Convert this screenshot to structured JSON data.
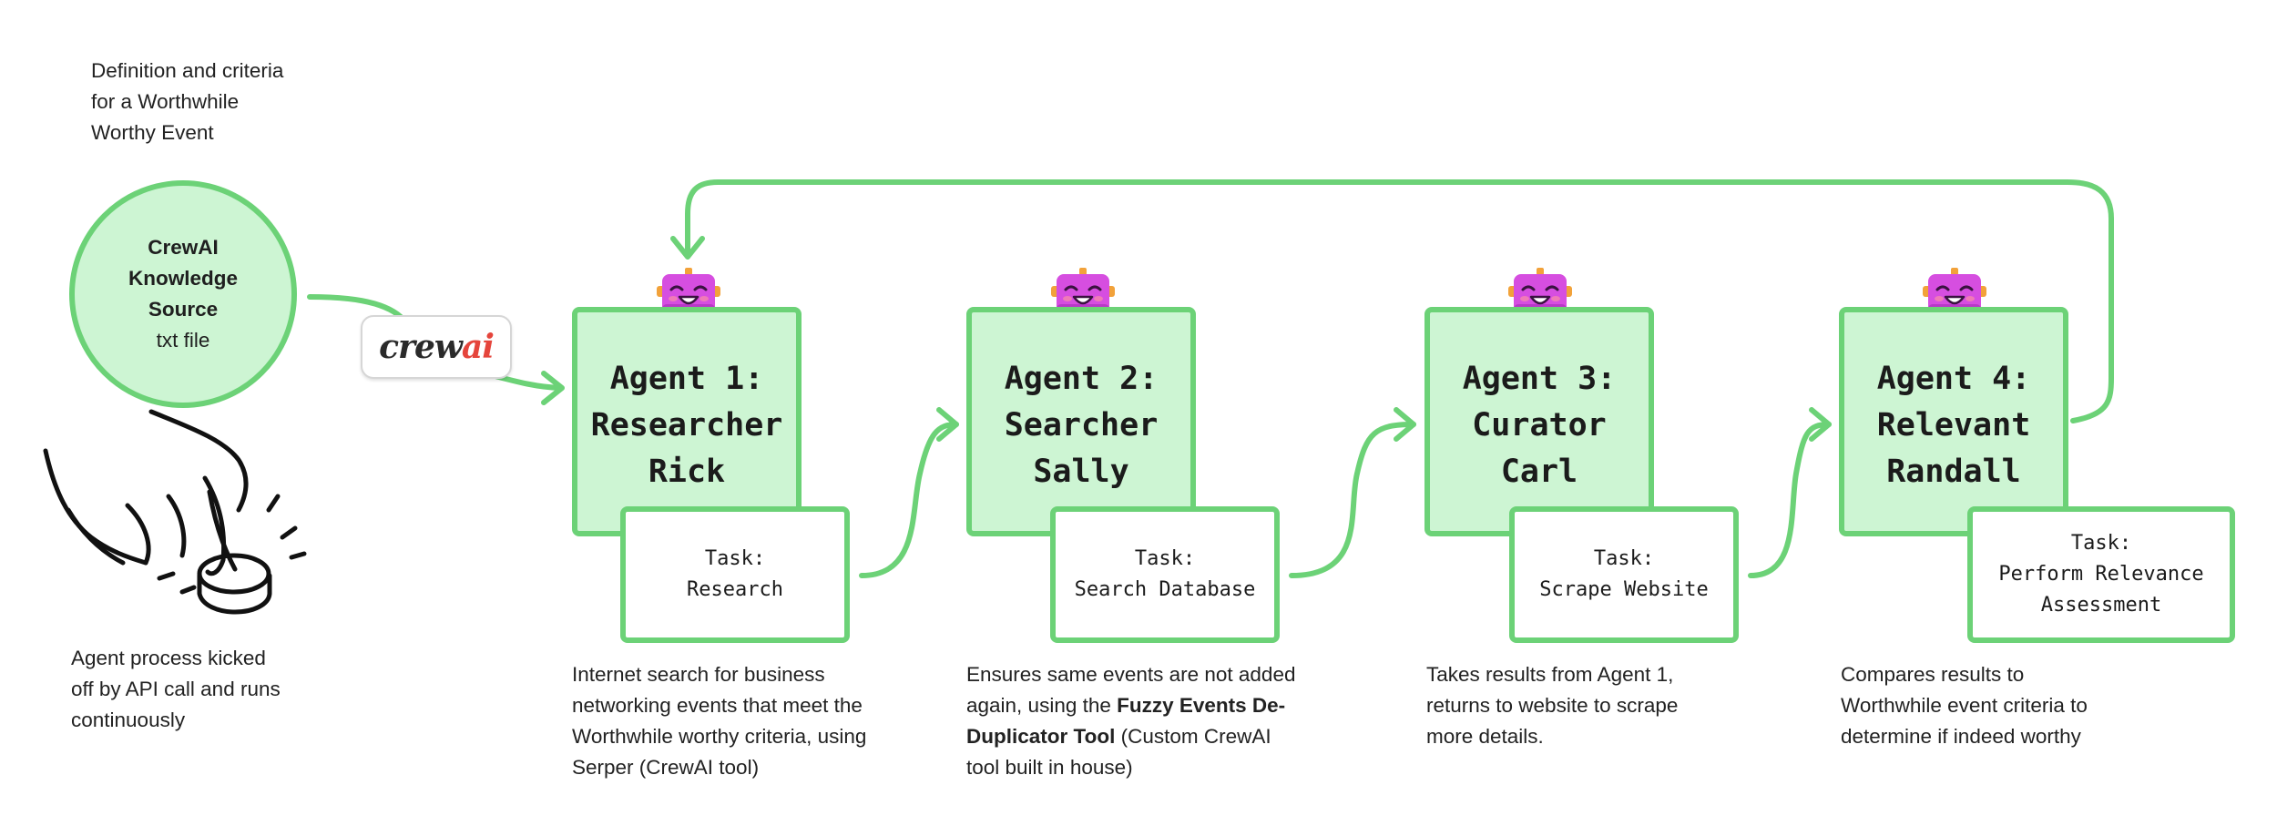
{
  "colors": {
    "accent_stroke": "#6cd277",
    "accent_fill": "#cdf5d3",
    "robot": "#d64ee0"
  },
  "definition_note": [
    "Definition and criteria",
    "for a Worthwhile",
    "Worthy Event"
  ],
  "knowledge_source": {
    "title": [
      "CrewAI",
      "Knowledge",
      "Source"
    ],
    "subtitle": "txt file"
  },
  "logo": {
    "part1": "crew",
    "part2": "ai"
  },
  "kickoff_note": [
    "Agent process kicked",
    "off by API call and runs",
    "continuously"
  ],
  "agents": [
    {
      "title": [
        "Agent 1:",
        "Researcher",
        "Rick"
      ],
      "task": [
        "Task:",
        "Research"
      ],
      "desc": [
        "Internet search for business",
        "networking events that meet the",
        "Worthwhile worthy criteria, using",
        "Serper (CrewAI tool)"
      ]
    },
    {
      "title": [
        "Agent 2:",
        "Searcher",
        "Sally"
      ],
      "task": [
        "Task:",
        "Search Database"
      ],
      "desc_parts": {
        "line1": "Ensures same events are not added",
        "line2_pre": "again, using the ",
        "line2_bold": "Fuzzy Events De-",
        "line3_bold": "Duplicator Tool",
        "line3_post": " (Custom CrewAI",
        "line4": "tool built in house)"
      }
    },
    {
      "title": [
        "Agent 3:",
        "Curator",
        "Carl"
      ],
      "task": [
        "Task:",
        "Scrape Website"
      ],
      "desc": [
        "Takes results from Agent 1,",
        "returns to website to scrape",
        "more details."
      ]
    },
    {
      "title": [
        "Agent 4:",
        "Relevant",
        "Randall"
      ],
      "task": [
        "Task:",
        "Perform Relevance",
        "Assessment"
      ],
      "desc": [
        "Compares results to",
        "Worthwhile event criteria to",
        "determine if indeed worthy"
      ]
    }
  ]
}
